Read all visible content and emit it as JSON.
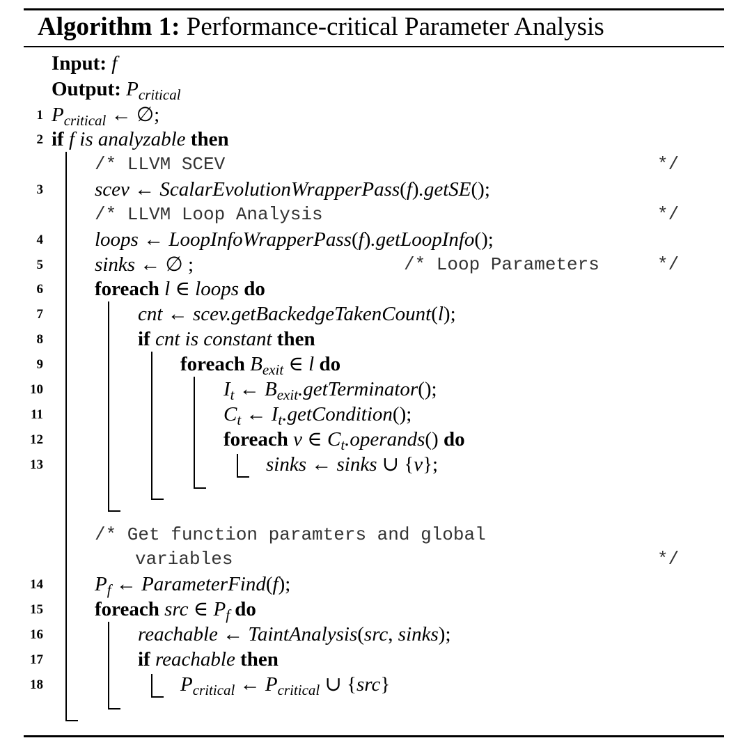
{
  "algorithm": {
    "label": "Algorithm 1:",
    "title": "Performance-critical Parameter Analysis"
  },
  "io": {
    "input_label": "Input:",
    "input_value": "f",
    "output_label": "Output:",
    "output_value": "P",
    "output_sub": "critical"
  },
  "comments": {
    "scev_open": "/* LLVM SCEV",
    "loop_open": "/* LLVM Loop Analysis",
    "params_open": "/* Loop Parameters",
    "getfunc_open": "/* Get function paramters and global",
    "getfunc_cont": "variables",
    "close": "*/"
  },
  "lines": [
    {
      "num": "1"
    },
    {
      "num": "2"
    },
    {
      "num": "3"
    },
    {
      "num": "4"
    },
    {
      "num": "5"
    },
    {
      "num": "6"
    },
    {
      "num": "7"
    },
    {
      "num": "8"
    },
    {
      "num": "9"
    },
    {
      "num": "10"
    },
    {
      "num": "11"
    },
    {
      "num": "12"
    },
    {
      "num": "13"
    },
    {
      "num": "14"
    },
    {
      "num": "15"
    },
    {
      "num": "16"
    },
    {
      "num": "17"
    },
    {
      "num": "18"
    }
  ],
  "tokens": {
    "P": "P",
    "critical": "critical",
    "larrow": "←",
    "emptyset": "∅",
    "semi": ";",
    "if": "if",
    "then": "then",
    "foreach": "foreach",
    "do": "do",
    "f": "f",
    "is_analyzable": "is analyzable",
    "scev": "scev",
    "swp": "ScalarEvolutionWrapperPass",
    "getSE": ".getSE",
    "loops": "loops",
    "liwp": "LoopInfoWrapperPass",
    "getLoopInfo": ".getLoopInfo",
    "sinks": "sinks",
    "l": "l",
    "in": "∈",
    "cnt": "cnt",
    "scev_dot": "scev",
    "getBTC": ".getBackedgeTakenCount",
    "is_constant": "is constant",
    "B": "B",
    "exit": "exit",
    "I": "I",
    "t": "t",
    "getTerminator": ".getTerminator",
    "C": "C",
    "getCondition": ".getCondition",
    "v": "v",
    "operands": ".operands",
    "cup": "∪",
    "pf_sub": "f",
    "ParameterFind": "ParameterFind",
    "src": "src",
    "reachable": "reachable",
    "TaintAnalysis": "TaintAnalysis",
    "lparen": "(",
    "rparen": ")",
    "unit_call": "()",
    "comma": ",",
    "lbrace": "{",
    "rbrace": "}"
  }
}
